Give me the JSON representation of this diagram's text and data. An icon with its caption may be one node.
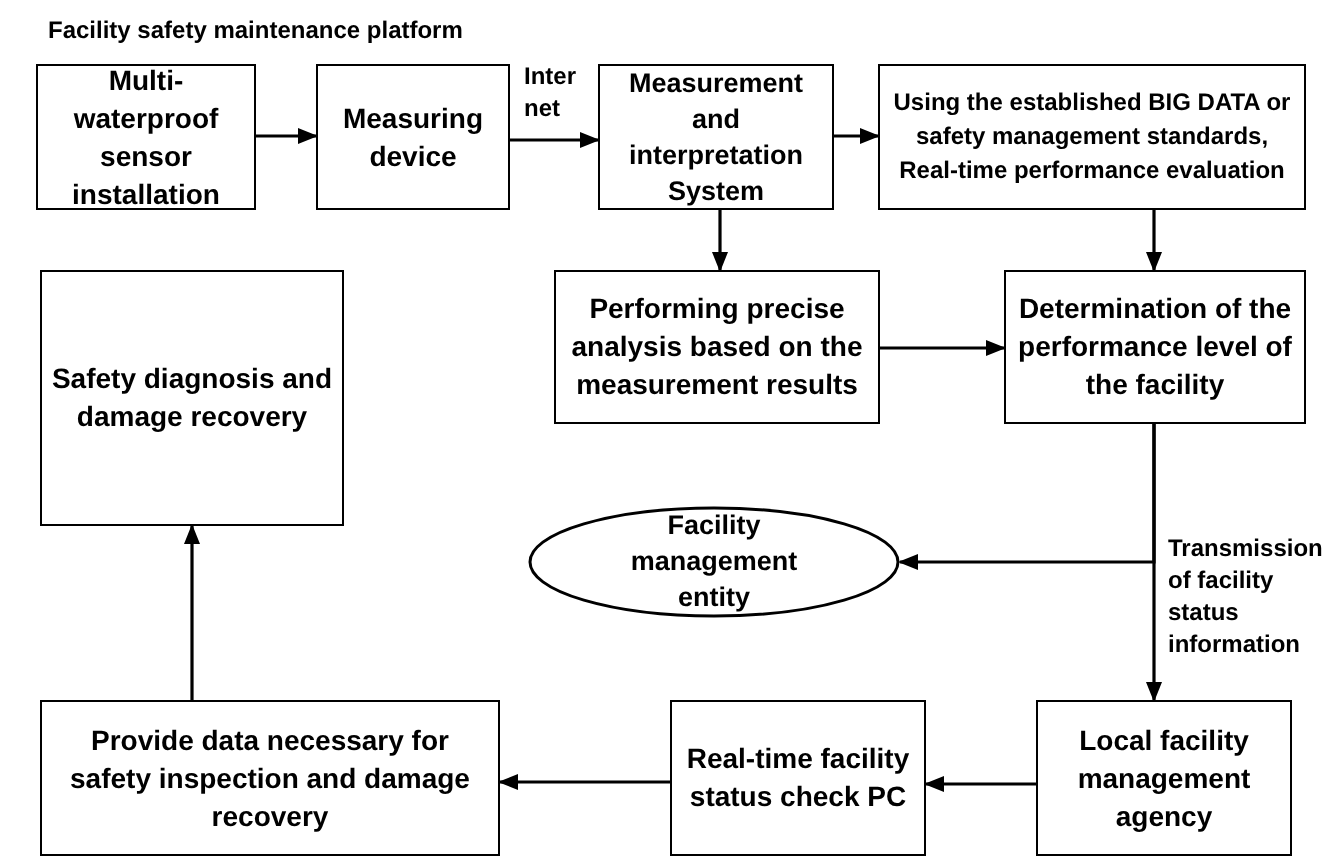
{
  "diagram": {
    "title": "Facility safety maintenance platform",
    "nodes": [
      {
        "text": [
          "Multi-waterproof sensor installation"
        ]
      },
      {
        "text": [
          "Measuring device"
        ]
      },
      {
        "text": [
          "Measurement and interpretation System"
        ]
      },
      {
        "text": [
          "Using the established BIG DATA or safety management standards, Real-time performance evaluation"
        ]
      },
      {
        "text": [
          "Safety diagnosis and damage recovery"
        ]
      },
      {
        "text": [
          "Performing precise analysis based on the measurement results"
        ]
      },
      {
        "text": [
          "Determination of the performance level of the facility"
        ]
      },
      {
        "text": [
          "Facility management entity"
        ]
      },
      {
        "text": [
          "Provide data necessary for safety inspection and damage recovery"
        ]
      },
      {
        "text": [
          "Real-time facility status check PC"
        ]
      },
      {
        "text": [
          "Local facility management agency"
        ]
      }
    ],
    "edges": [
      {
        "from": 0,
        "to": 1,
        "arrow": "to"
      },
      {
        "from": 1,
        "to": 2,
        "arrow": "to",
        "label": "Inter net"
      },
      {
        "from": 2,
        "to": 3,
        "arrow": "to"
      },
      {
        "from": 2,
        "to": 5,
        "arrow": "to"
      },
      {
        "from": 3,
        "to": 6,
        "arrow": "to"
      },
      {
        "from": 5,
        "to": 6,
        "arrow": "to"
      },
      {
        "from": 6,
        "to": 10,
        "arrow": "to",
        "label": "Transmission of facility status information"
      },
      {
        "from": 6,
        "to": 7,
        "arrow": "to"
      },
      {
        "from": 10,
        "to": 9,
        "arrow": "to"
      },
      {
        "from": 9,
        "to": 8,
        "arrow": "to"
      },
      {
        "from": 8,
        "to": 4,
        "arrow": "to"
      }
    ]
  }
}
